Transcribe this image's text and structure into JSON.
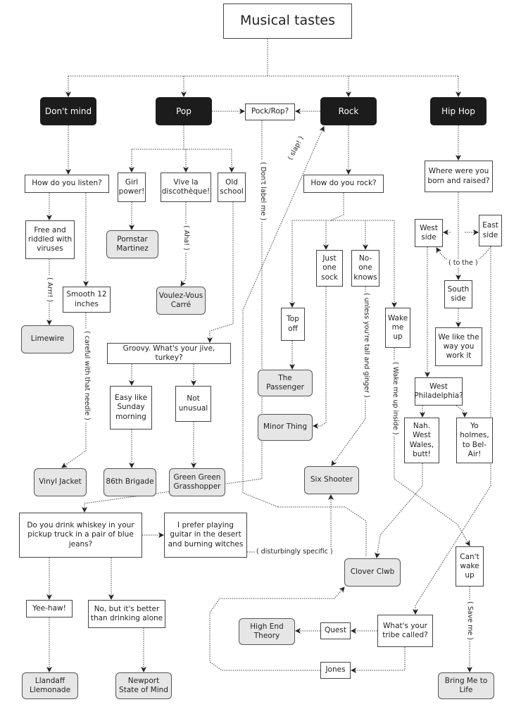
{
  "title": "Musical tastes",
  "categories": {
    "dont_mind": "Don't mind",
    "pop": "Pop",
    "rock": "Rock",
    "hiphop": "Hip Hop",
    "pockrop": "Pock/Rop?"
  },
  "questions": {
    "listen": "How do you listen?",
    "free": "Free and riddled with viruses",
    "smooth": "Smooth 12 inches",
    "girl": "Girl power!",
    "vive": "Vive la discothèque!",
    "old": "Old school",
    "groovy": "Groovy. What's your jive, turkey?",
    "easy": "Easy like Sunday morning",
    "notunusual": "Not unusual",
    "rock": "How do you rock?",
    "sock": "Just one sock",
    "noone": "No-one knows",
    "topoff": "Top off",
    "wake": "Wake me up",
    "born": "Where were you born and raised?",
    "west": "West side",
    "east": "East side",
    "south": "South side",
    "worker": "We like the way you work it",
    "westphil": "West Philadelphia?",
    "nah": "Nah. West Wales, butt!",
    "yo": "Yo holmes, to Bel-Air!",
    "whiskey": "Do you drink whiskey in your pickup truck in a pair of blue jeans?",
    "prefer": "I prefer playing guitar in the desert and burning witches",
    "yeehaw": "Yee-haw!",
    "nobut": "No, but it's better than drinking alone",
    "cantwake": "Can't wake up",
    "tribe": "What's your tribe called?",
    "quest": "Quest",
    "jones": "Jones"
  },
  "answers": {
    "pornstar": "Pornstar Martinez",
    "voulez": "Voulez-Vous Carré",
    "limewire": "Limewire",
    "passenger": "The Passenger",
    "minor": "Minor Thing",
    "vinyl": "Vinyl Jacket",
    "brigade": "86th Brigade",
    "grasshopper": "Green Green Grasshopper",
    "sixshooter": "Six Shooter",
    "clover": "Clover Clwb",
    "highend": "High End Theory",
    "llandaff": "Llandaff Llemonade",
    "newport": "Newport State of Mind",
    "bringme": "Bring Me to Life"
  },
  "edge_labels": {
    "dontlabel": "( Don't label me )",
    "slap": "( slap! )",
    "aha": "( Aha! )",
    "arrr": "( Arrr! )",
    "needle": "( careful with that needle )",
    "ginger": "( unless you're tall and ginger )",
    "inside": "( Wake me up inside )",
    "tothe": "( to the )",
    "specific": "( disturbingly specific )",
    "saveme": "( Save me )"
  }
}
